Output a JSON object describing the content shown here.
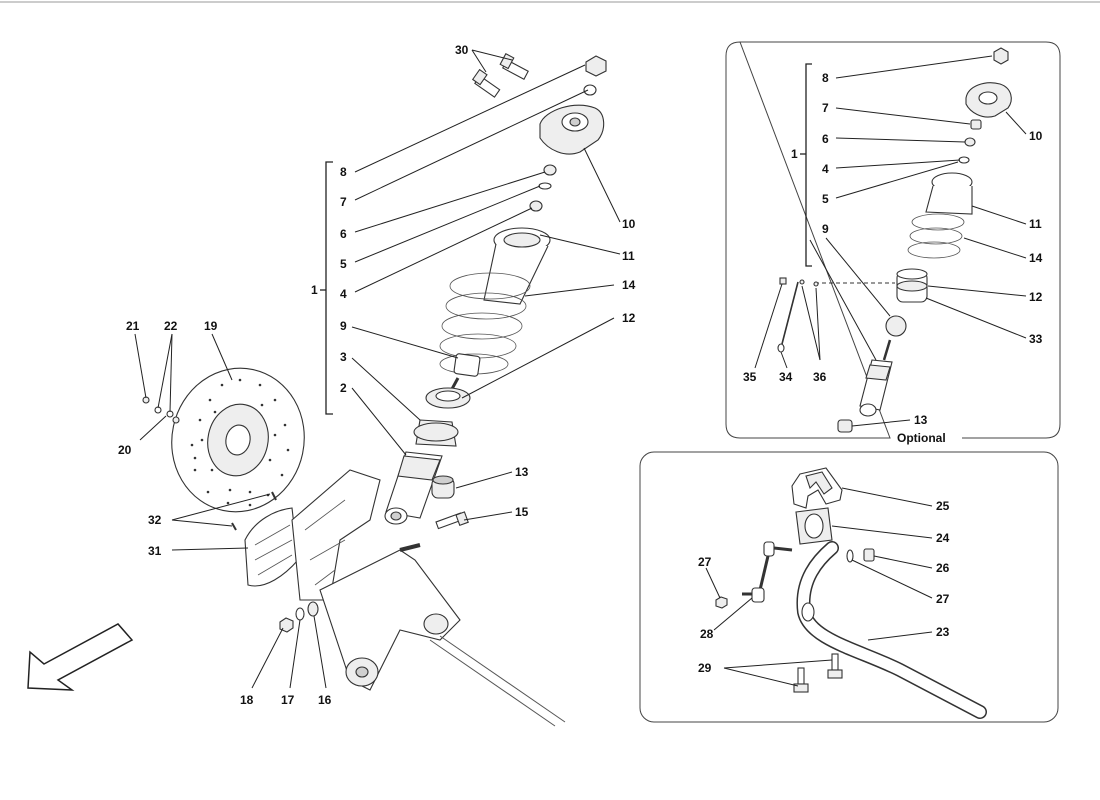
{
  "callouts": {
    "main": {
      "c30": "30",
      "c8": "8",
      "c7": "7",
      "c6": "6",
      "c5": "5",
      "c1": "1",
      "c4": "4",
      "c9": "9",
      "c3": "3",
      "c2": "2",
      "c10": "10",
      "c11": "11",
      "c14": "14",
      "c12": "12",
      "c13": "13",
      "c15": "15",
      "c21": "21",
      "c22": "22",
      "c19": "19",
      "c20": "20",
      "c32": "32",
      "c31": "31",
      "c18": "18",
      "c17": "17",
      "c16": "16"
    },
    "optional": {
      "c8": "8",
      "c7": "7",
      "c6": "6",
      "c1": "1",
      "c4": "4",
      "c5": "5",
      "c9": "9",
      "c10": "10",
      "c11": "11",
      "c14": "14",
      "c12": "12",
      "c33": "33",
      "c35": "35",
      "c34": "34",
      "c36": "36",
      "c13": "13"
    },
    "stabilizer": {
      "c25": "25",
      "c24": "24",
      "c27a": "27",
      "c26": "26",
      "c27b": "27",
      "c28": "28",
      "c23": "23",
      "c29": "29"
    }
  },
  "optional_panel": {
    "label": "Optional"
  },
  "icons": {
    "direction": "arrow-down-left-icon"
  }
}
